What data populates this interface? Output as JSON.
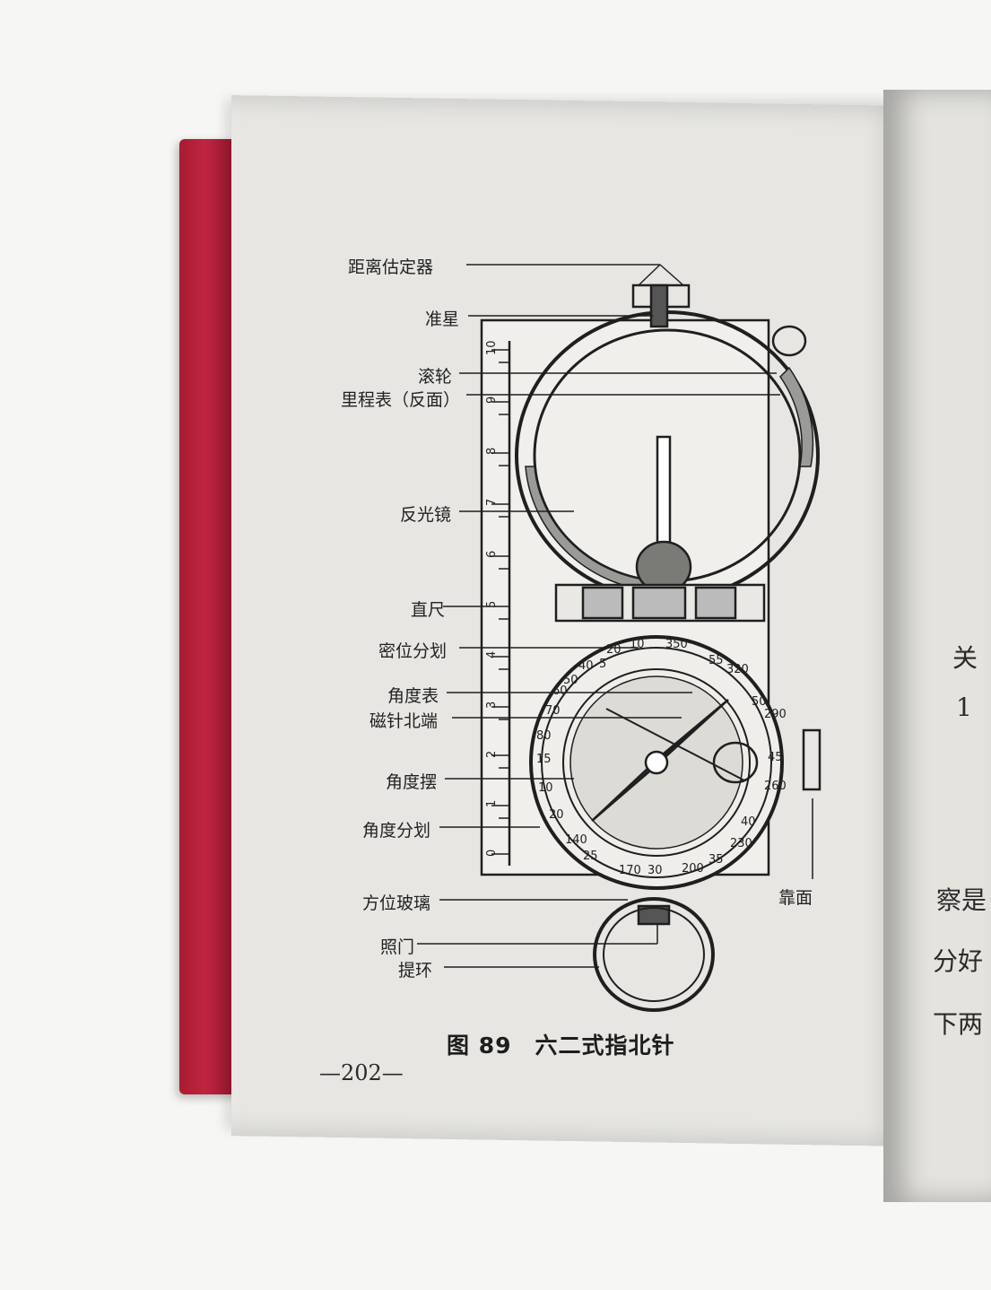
{
  "figure": {
    "number": "图 89",
    "title": "六二式指北针"
  },
  "page_number": "—202—",
  "labels": {
    "distance_estimator": "距离估定器",
    "front_sight": "准星",
    "roller": "滚轮",
    "odometer": "里程表（反面）",
    "mirror": "反光镜",
    "ruler": "直尺",
    "mil_scale": "密位分划",
    "angle_dial": "角度表",
    "needle_north": "磁针北端",
    "angle_pendulum": "角度摆",
    "angle_scale": "角度分划",
    "azimuth_glass": "方位玻璃",
    "rear_sight": "照门",
    "lift_ring": "提环",
    "back_face": "靠面"
  },
  "ruler_numbers": [
    "0",
    "1",
    "2",
    "3",
    "4",
    "5",
    "6",
    "7",
    "8",
    "9",
    "10"
  ],
  "dial_numbers": [
    "20",
    "10",
    "350",
    "55",
    "320",
    "5",
    "40",
    "50",
    "60",
    "70",
    "80",
    "15",
    "10",
    "20",
    "25",
    "140",
    "30",
    "170",
    "200",
    "35",
    "40",
    "230",
    "260",
    "45",
    "290",
    "50"
  ],
  "right_page_text": [
    "关",
    "1",
    "察是",
    "分好",
    "下两"
  ]
}
